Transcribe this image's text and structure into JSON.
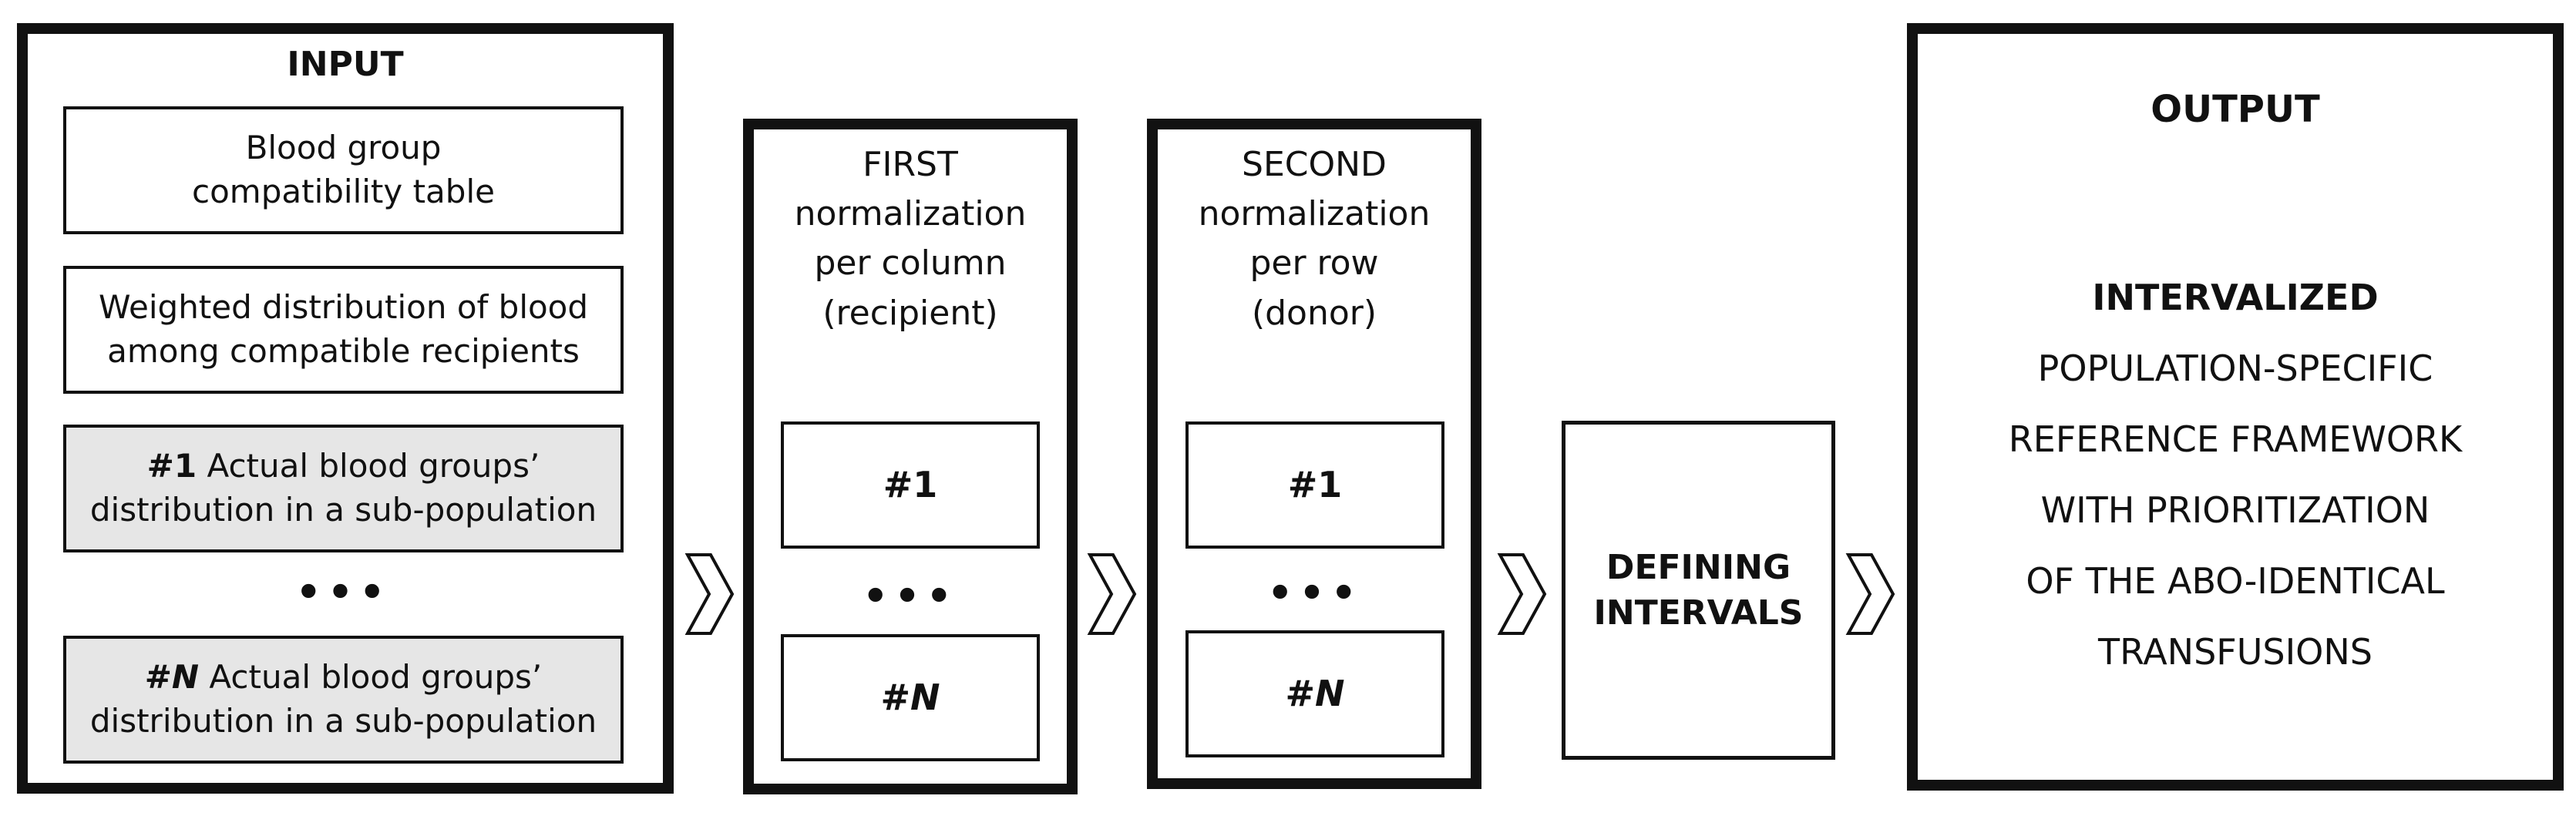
{
  "input": {
    "title": "INPUT",
    "box1": "Blood group compatibility table",
    "box2": "Weighted distribution of blood among compatible recipients",
    "box3_num": "#1",
    "box3_text": " Actual blood groups’ distribution in a sub-population",
    "dots": "•••",
    "box4_hash": "#",
    "box4_n": "N",
    "box4_text": " Actual blood groups’ distribution in a sub-population"
  },
  "first": {
    "title_lines": [
      "FIRST",
      "normalization",
      "per column",
      "(recipient)"
    ],
    "item1": "#1",
    "dots": "•••",
    "itemN_hash": "#",
    "itemN_n": "N"
  },
  "second": {
    "title_lines": [
      "SECOND",
      "normalization",
      "per row",
      "(donor)"
    ],
    "item1": "#1",
    "dots": "•••",
    "itemN_hash": "#",
    "itemN_n": "N"
  },
  "defining": {
    "line1": "DEFINING",
    "line2": "INTERVALS"
  },
  "output": {
    "title": "OUTPUT",
    "lines": [
      "INTERVALIZED",
      "POPULATION-SPECIFIC",
      "REFERENCE FRAMEWORK",
      "WITH PRIORITIZATION",
      "OF THE ABO-IDENTICAL",
      "TRANSFUSIONS"
    ]
  },
  "colors": {
    "border": "#111111",
    "gray_fill": "#e6e6e6",
    "background": "#ffffff"
  },
  "icons": [
    "chevron-right-icon"
  ]
}
